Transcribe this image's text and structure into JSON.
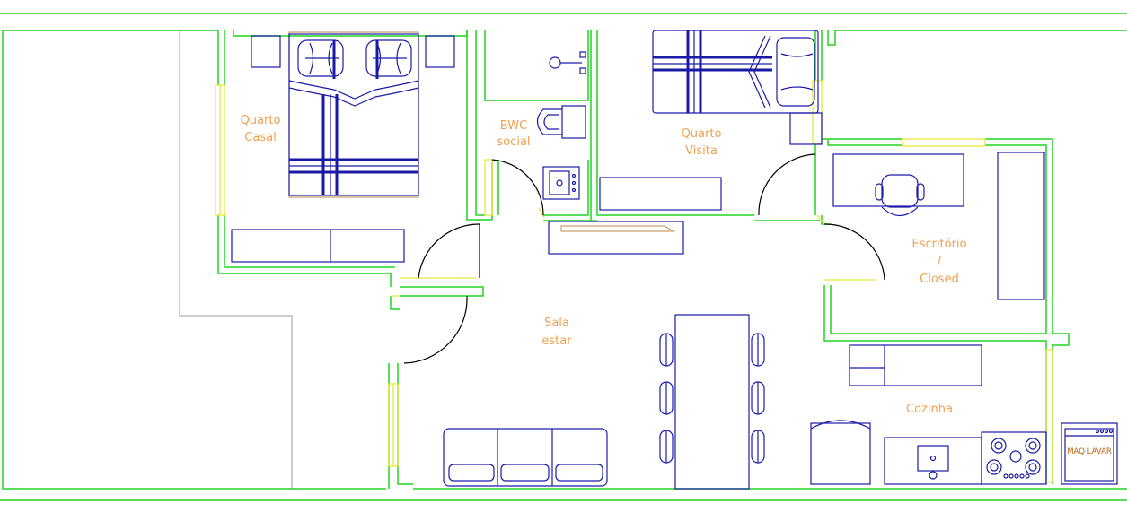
{
  "rooms": {
    "quarto_casal": [
      "Quarto",
      "Casal"
    ],
    "bwc_social": [
      "BWC",
      "social"
    ],
    "quarto_visita": [
      "Quarto",
      "Visita"
    ],
    "escritorio": [
      "Escritório",
      "/",
      "Closed"
    ],
    "sala_estar": [
      "Sala",
      "estar"
    ],
    "cozinha": [
      "Cozinha"
    ]
  },
  "appliances": {
    "washer": "MAQ LAVAR"
  },
  "colors": {
    "walls": "#21d321",
    "furniture": "#1a1aa6",
    "windows": "#e8e83a",
    "labels": "#f0a050",
    "doors": "#000000"
  }
}
